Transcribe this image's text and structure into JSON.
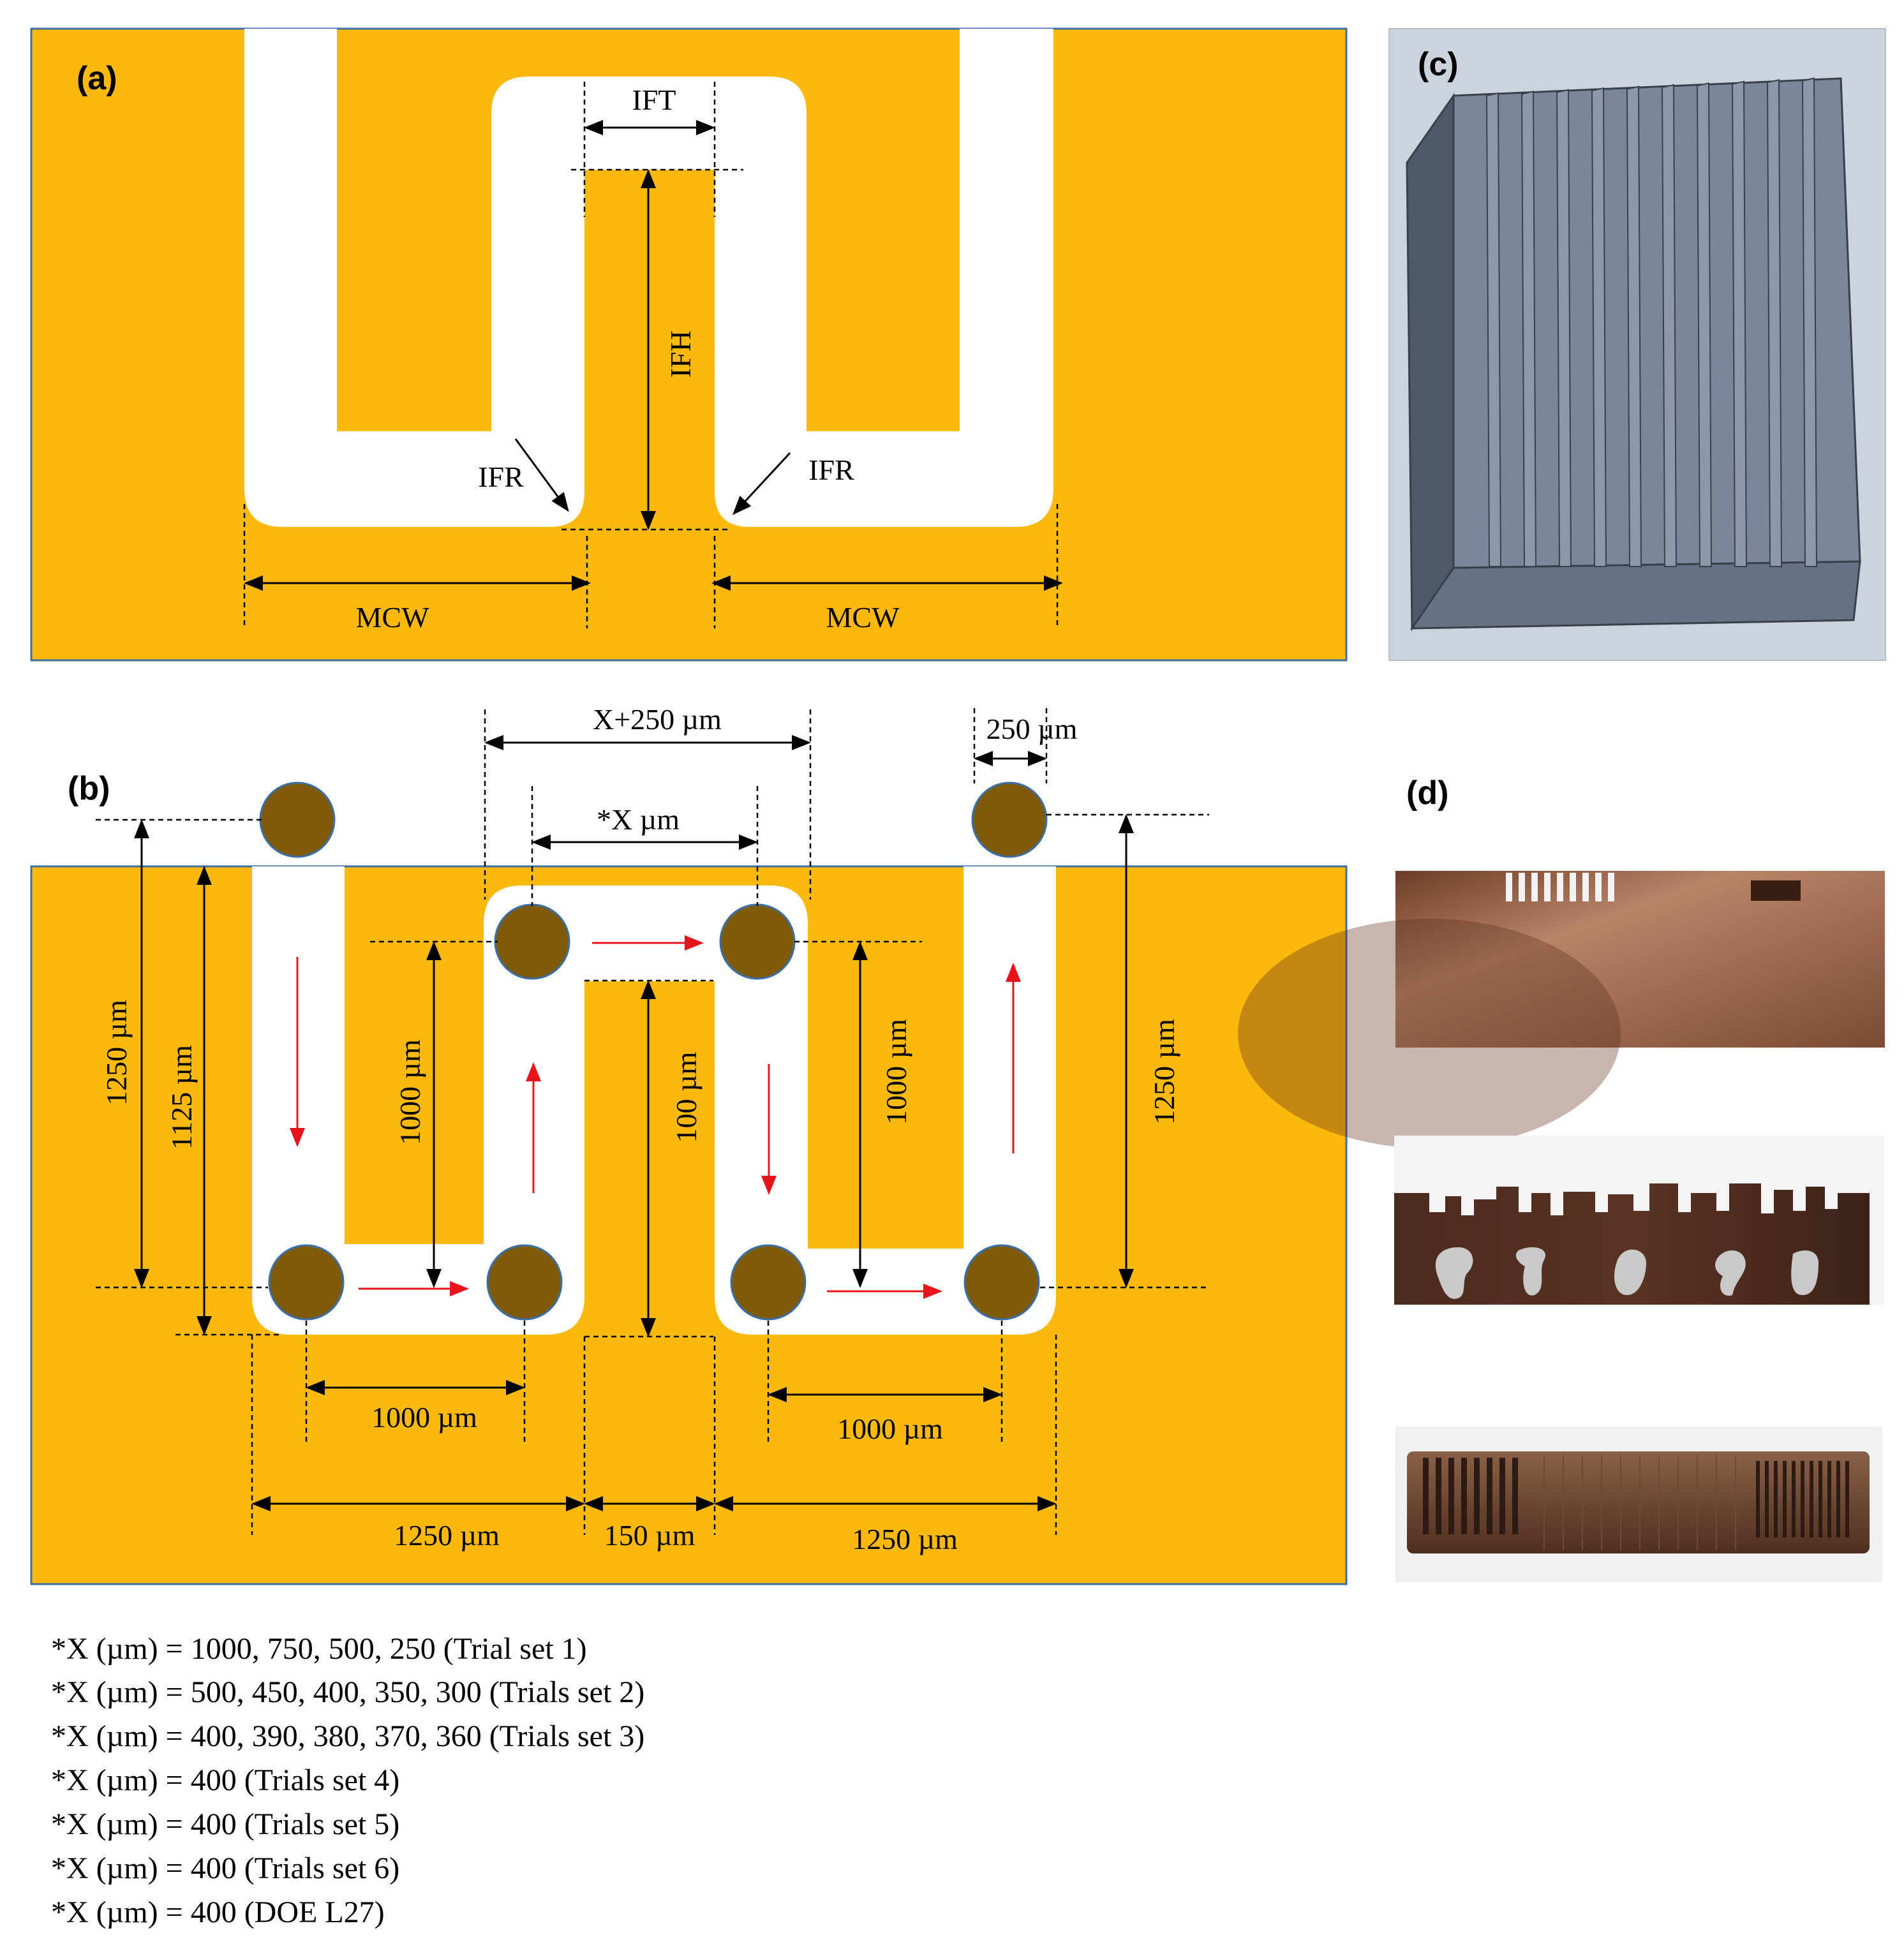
{
  "panels": {
    "a": {
      "label": "(a)",
      "ift": "IFT",
      "ifh": "IFH",
      "ifr_left": "IFR",
      "ifr_right": "IFR",
      "mcw_left": "MCW",
      "mcw_right": "MCW"
    },
    "b": {
      "label": "(b)",
      "top_span": "X+250 µm",
      "top_pitch": "*X µm",
      "hole_dia": "250 µm",
      "v_outer_left": "1250 µm",
      "v_inner_left": "1125 µm",
      "v_mid_left": "1000 µm",
      "v_center": "100 µm",
      "v_mid_right": "1000 µm",
      "v_outer_right": "1250 µm",
      "h_pitch_left": "1000 µm",
      "h_pitch_right": "1000 µm",
      "h_bottom_left": "1250 µm",
      "h_bottom_mid": "150 µm",
      "h_bottom_right": "1250 µm"
    },
    "c": {
      "label": "(c)"
    },
    "d": {
      "label": "(d)"
    }
  },
  "notes": [
    "*X (µm) = 1000, 750, 500, 250 (Trial set 1)",
    "*X (µm) = 500, 450, 400, 350, 300 (Trials set 2)",
    "*X (µm) = 400, 390, 380, 370, 360 (Trials set 3)",
    "*X (µm) = 400 (Trials set 4)",
    "*X (µm) = 400 (Trials set 5)",
    "*X (µm) = 400 (Trials set 6)",
    "*X (µm) = 400 (DOE L27)"
  ],
  "colors": {
    "workpiece": "#fbb90d",
    "channel": "#ffffff",
    "hole": "#7f5b08",
    "flow_arrow": "#e8141b",
    "cad_body": "#717d90",
    "cad_bg": "#ccd3dd"
  }
}
